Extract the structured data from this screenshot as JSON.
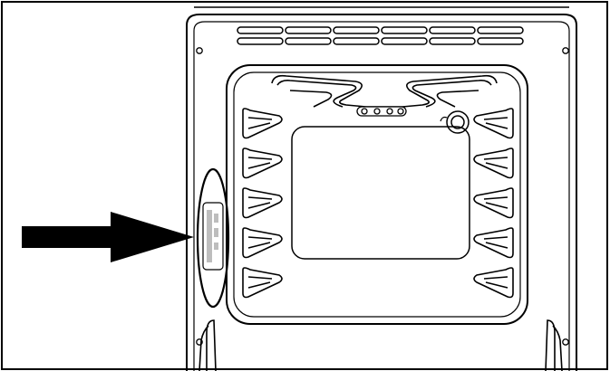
{
  "figure": {
    "caption": ""
  },
  "colors": {
    "line": "#000000",
    "background": "#ffffff",
    "label_plate": "#bdbdbd"
  },
  "icons": {
    "arrow": "arrow-right-icon",
    "highlight": "ellipse-highlight"
  },
  "counts": {
    "vent_slots": 6,
    "rack_guides_per_side": 5
  }
}
